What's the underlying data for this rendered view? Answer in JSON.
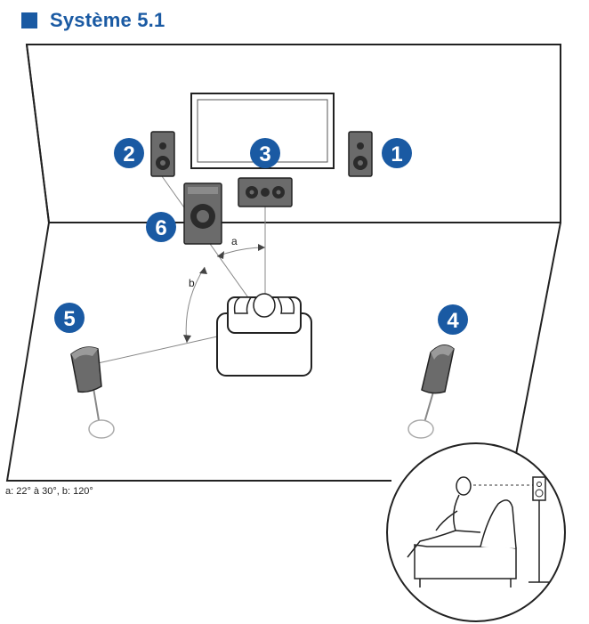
{
  "title": "Système 5.1",
  "caption": "a: 22° à 30°, b: 120°",
  "angle_labels": {
    "a": "a",
    "b": "b"
  },
  "speaker_badges": {
    "front_right": "1",
    "front_left": "2",
    "center": "3",
    "surround_right": "4",
    "surround_left": "5",
    "subwoofer": "6"
  },
  "colors": {
    "accent": "#1a5aa3",
    "badge": "#1a5aa3",
    "line": "#333333",
    "speaker_fill": "#6b6b6b",
    "speaker_dark": "#2b2b2b"
  }
}
